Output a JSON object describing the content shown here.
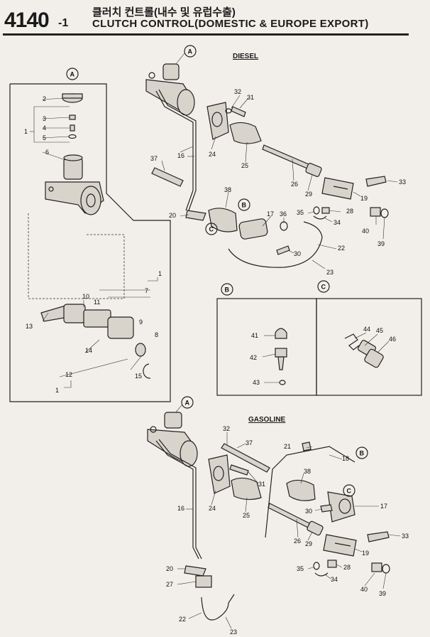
{
  "header": {
    "number": "4140",
    "suffix": "-1",
    "title_ko": "클러치 컨트롤(내수 및 유럽수출)",
    "title_en": "CLUTCH CONTROL(DOMESTIC & EUROPE EXPORT)"
  },
  "sections": {
    "diesel": "DIESEL",
    "gasoline": "GASOLINE"
  },
  "callouts": {
    "a": "A",
    "b": "B",
    "c": "C"
  },
  "parts": {
    "p1": "1",
    "p2": "2",
    "p3": "3",
    "p4": "4",
    "p5": "5",
    "p6": "6",
    "p7": "7",
    "p8": "8",
    "p9": "9",
    "p10": "10",
    "p11": "11",
    "p12": "12",
    "p13": "13",
    "p14": "14",
    "p15": "15",
    "p16": "16",
    "p17": "17",
    "p18": "18",
    "p19": "19",
    "p20": "20",
    "p21": "21",
    "p22": "22",
    "p23": "23",
    "p24": "24",
    "p25": "25",
    "p26": "26",
    "p27": "27",
    "p28": "28",
    "p29": "29",
    "p30": "30",
    "p31": "31",
    "p32": "32",
    "p33": "33",
    "p34": "34",
    "p35": "35",
    "p36": "36",
    "p37": "37",
    "p38": "38",
    "p39": "39",
    "p40": "40",
    "p41": "41",
    "p42": "42",
    "p43": "43",
    "p44": "44",
    "p45": "45",
    "p46": "46"
  }
}
